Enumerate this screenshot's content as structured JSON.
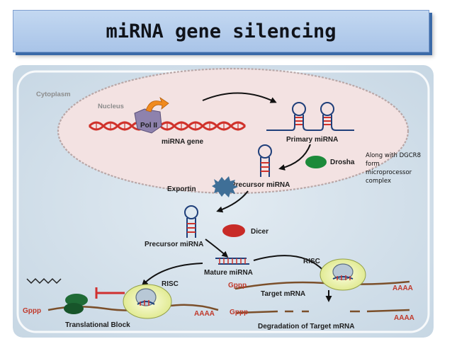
{
  "slide": {
    "title": "miRNA gene silencing"
  },
  "diagram": {
    "cytoplasm_label": "Cytoplasm",
    "nucleus_label": "Nucleus",
    "pol_label": "Pol II",
    "mirna_gene_label": "miRNA gene",
    "primary_mirna_label": "Primary miRNA",
    "drosha_label": "Drosha",
    "precursor_nucleus_label": "Precursor miRNA",
    "exportin_label": "Exportin",
    "precursor_cytoplasm_label": "Precursor miRNA",
    "dicer_label": "Dicer",
    "mature_mirna_label": "Mature miRNA",
    "risc_left_label": "RISC",
    "risc_right_label": "RISC",
    "translational_block_label": "Translational Block",
    "target_mrna_label": "Target mRNA",
    "degradation_label": "Degradation of Target mRNA",
    "gppp_label": "Gppp",
    "aaaa_label": "AAAA",
    "note_lines": [
      "Along with DGCR8",
      "form",
      "microprocessor",
      "complex"
    ]
  },
  "colors": {
    "title_bar": "#b3cdee",
    "cytoplasm_fill": "#cfdeea",
    "nucleus_fill": "#f3e2e2",
    "dna_red": "#d0322b",
    "drosha_green": "#1c8a3a",
    "dicer_red": "#c82b27",
    "exportin_blue": "#3f6f97",
    "risc_yellow": "#eef3a4"
  }
}
